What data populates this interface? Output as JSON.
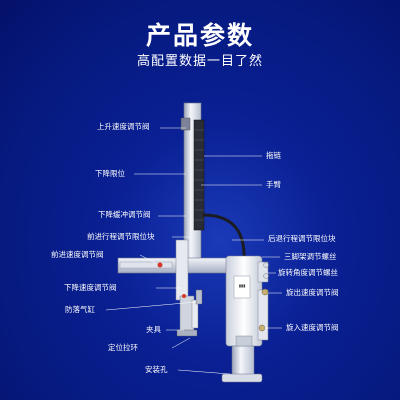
{
  "title": "产品参数",
  "subtitle": "高配置数据一目了然",
  "labels": {
    "up_speed_valve": "上升速度调节阀",
    "lower_limit": "下降限位",
    "down_buffer_valve": "下降缓冲调节阀",
    "forward_limit_block": "前进行程调节限位块",
    "forward_speed_valve": "前进速度调节阀",
    "down_speed_valve": "下降速度调节阀",
    "anti_drop_cylinder": "防落气缸",
    "clamp": "夹具",
    "positioning_ring": "定位拉环",
    "mount_hole": "安装孔",
    "drag_chain": "拖链",
    "arm": "手臂",
    "back_limit_block": "后退行程调节限位块",
    "tripod_screw": "三脚架调节螺丝",
    "rotation_angle_screw": "旋转角度调节螺丝",
    "out_speed_valve": "旋出速度调节阀",
    "in_speed_valve": "旋入速度调节阀"
  },
  "colors": {
    "background": "#06187f",
    "text": "#ffffff",
    "accent_red": "#d83a2a"
  }
}
